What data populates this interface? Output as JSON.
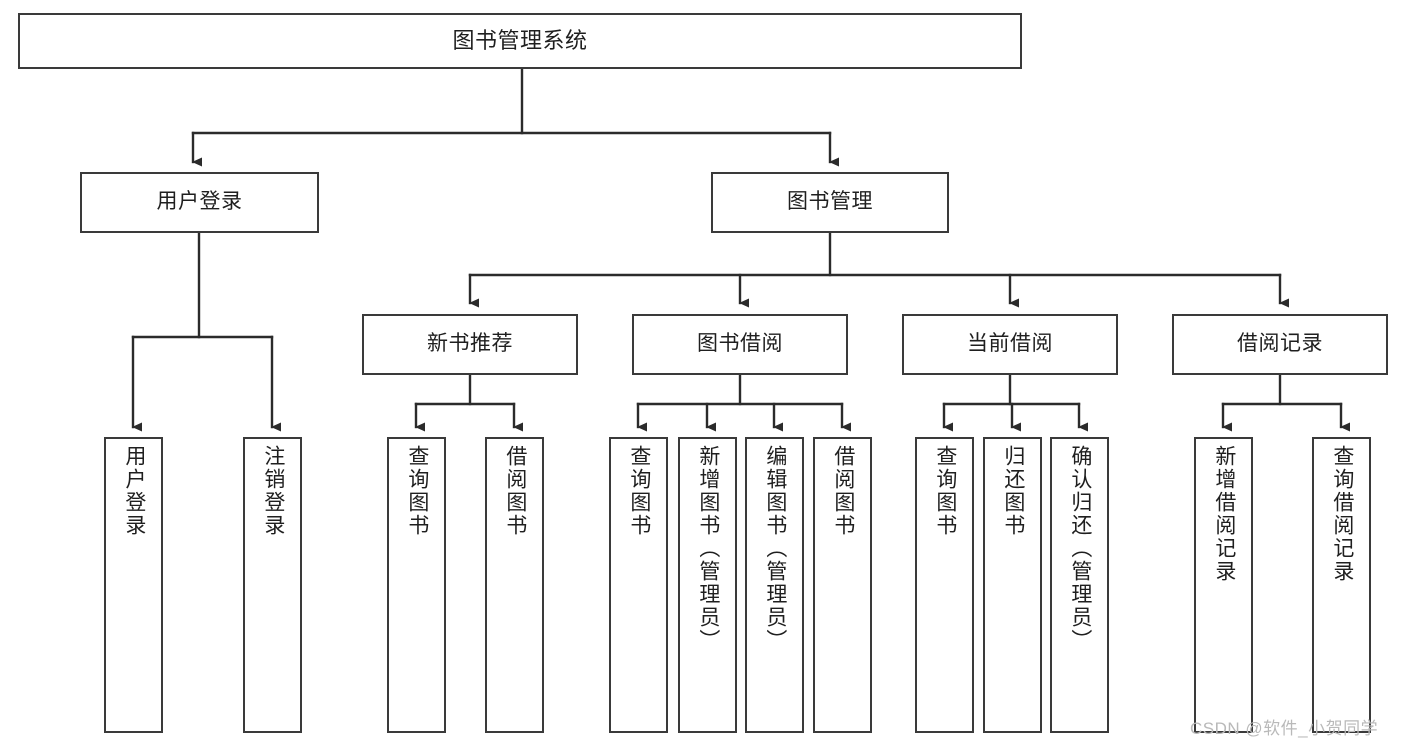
{
  "diagram": {
    "title": "图书管理系统",
    "type": "tree-hierarchy-chart",
    "watermark": "CSDN @软件_小贺同学",
    "colors": {
      "node_border": "#3a3a3a",
      "node_fill": "#ffffff",
      "edge": "#2b2b2b",
      "text": "#1f1f1f",
      "watermark": "#b9b9b9",
      "background": "#ffffff"
    },
    "nodes": {
      "root": {
        "label": "图书管理系统"
      },
      "level2": [
        {
          "id": "user-login",
          "label": "用户登录"
        },
        {
          "id": "book-manage",
          "label": "图书管理"
        }
      ],
      "level3": [
        {
          "id": "new-book-recommend",
          "label": "新书推荐"
        },
        {
          "id": "book-borrow",
          "label": "图书借阅"
        },
        {
          "id": "current-borrow",
          "label": "当前借阅"
        },
        {
          "id": "borrow-record",
          "label": "借阅记录"
        }
      ],
      "leaves": {
        "user-login": [
          {
            "id": "leaf-user-login",
            "label": "用户登录"
          },
          {
            "id": "leaf-user-logout",
            "label": "注销登录"
          }
        ],
        "new-book-recommend": [
          {
            "id": "leaf-query-book-1",
            "label": "查询图书"
          },
          {
            "id": "leaf-borrow-book-1",
            "label": "借阅图书"
          }
        ],
        "book-borrow": [
          {
            "id": "leaf-query-book-2",
            "label": "查询图书"
          },
          {
            "id": "leaf-add-book",
            "label": "新增图书（管理员）"
          },
          {
            "id": "leaf-edit-book",
            "label": "编辑图书（管理员）"
          },
          {
            "id": "leaf-borrow-book-2",
            "label": "借阅图书"
          }
        ],
        "current-borrow": [
          {
            "id": "leaf-query-book-3",
            "label": "查询图书"
          },
          {
            "id": "leaf-return-book",
            "label": "归还图书"
          },
          {
            "id": "leaf-confirm-return",
            "label": "确认归还（管理员）"
          }
        ],
        "borrow-record": [
          {
            "id": "leaf-add-record",
            "label": "新增借阅记录"
          },
          {
            "id": "leaf-query-record",
            "label": "查询借阅记录"
          }
        ]
      }
    }
  }
}
